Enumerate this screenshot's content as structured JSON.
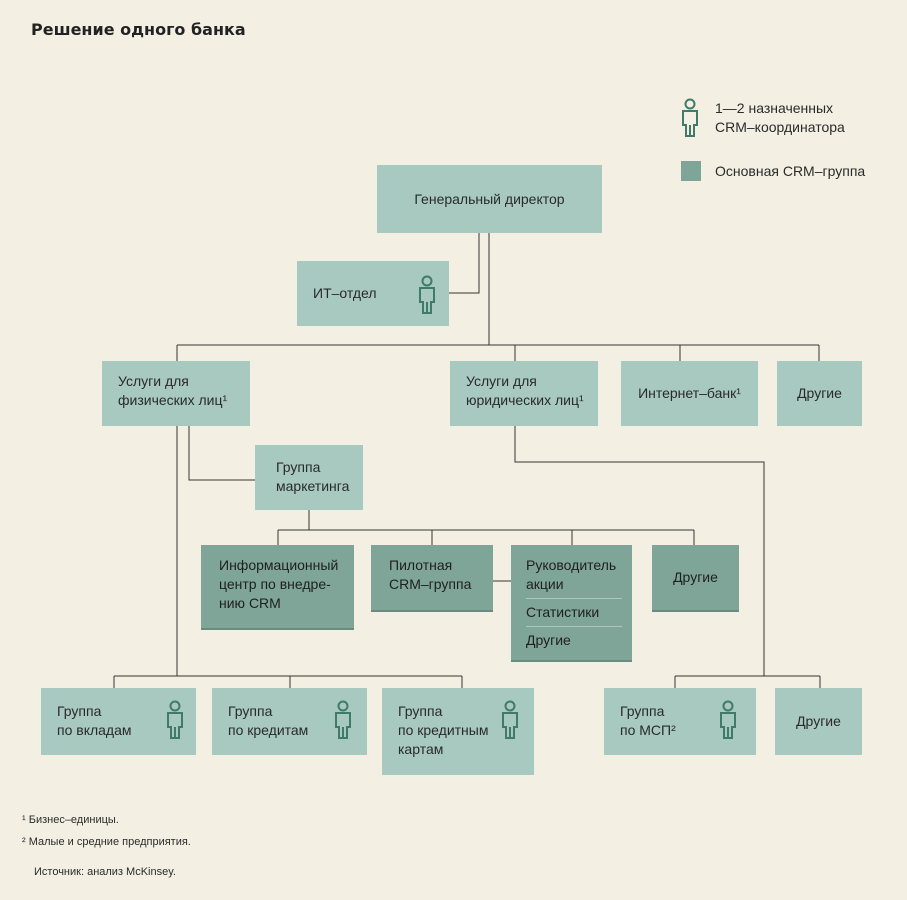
{
  "title": "Решение одного банка",
  "legend": {
    "coordinator": "1—2 назначенных\nCRM–координатора",
    "core_group": "Основная CRM–группа"
  },
  "nodes": {
    "ceo": "Генеральный директор",
    "it": "ИТ–отдел",
    "retail": "Услуги для\nфизических лиц¹",
    "corporate": "Услуги для\nюридических лиц¹",
    "internet_bank": "Интернет–банк¹",
    "other_top": "Другие",
    "marketing": "Группа\nмаркетинга",
    "info_center": "Информационный\nцентр по внедре-\nнию CRM",
    "pilot": "Пилотная\nCRM–группа",
    "action_head": "Руководитель\nакции",
    "statistics": "Статистики",
    "other_sub": "Другие",
    "other_mid": "Другие",
    "deposits": "Группа\nпо вкладам",
    "credits": "Группа\nпо кредитам",
    "cards": "Группа\nпо кредитным\nкартам",
    "sme": "Группа\nпо МСП²",
    "other_bottom": "Другие"
  },
  "footnotes": {
    "f1": "¹ Бизнес–единицы.",
    "f2": "² Малые и средние предприятия.",
    "source": "Источник: анализ McKinsey."
  },
  "colors": {
    "background": "#f3f0e3",
    "light_box": "#a7c9bf",
    "dark_box": "#7ea597",
    "icon": "#3f7a6a",
    "line": "#333333"
  }
}
